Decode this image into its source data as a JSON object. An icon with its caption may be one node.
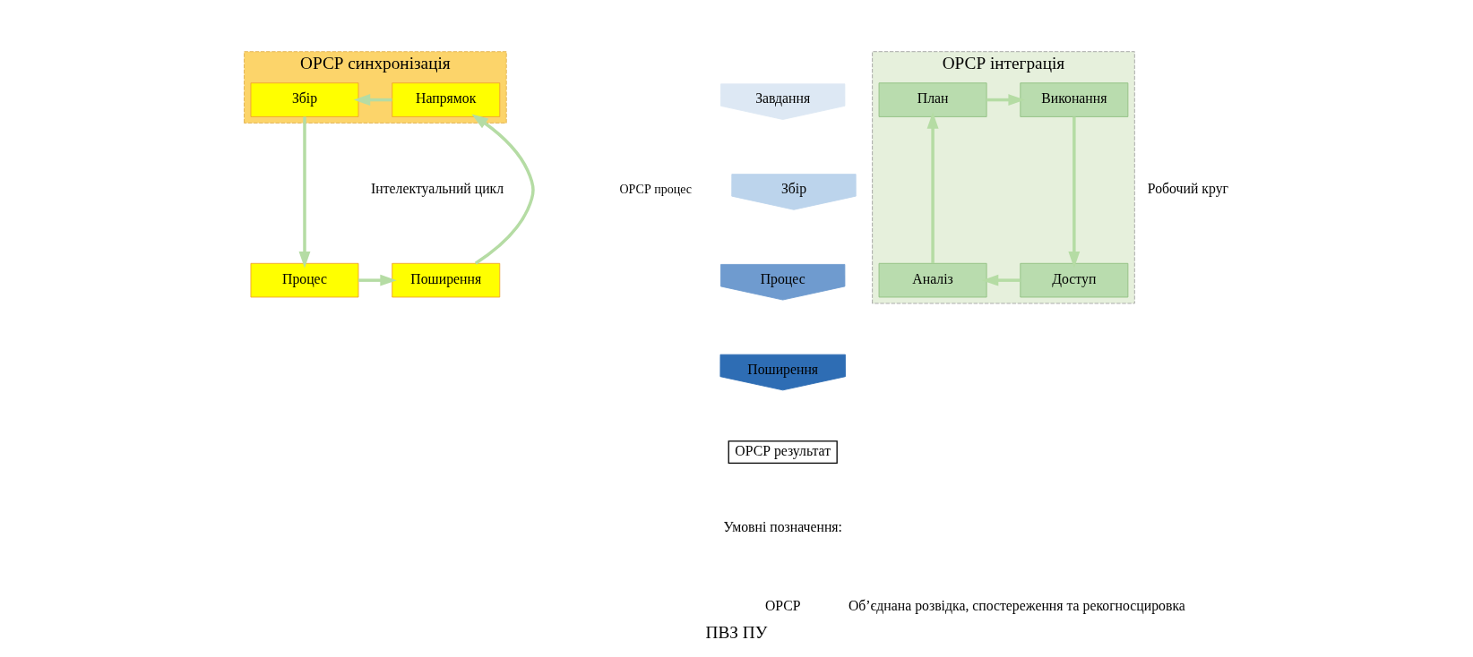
{
  "diagram": {
    "caption": "ПВЗ ПУ",
    "nodes": [
      {
        "text": [
          "ОРСР синхронізація"
        ]
      },
      {
        "text": [
          "Напрямок"
        ],
        "in": 0
      },
      {
        "text": [
          "Збір"
        ],
        "in": 0
      },
      {
        "text": [
          "Завдання"
        ]
      },
      {
        "text": [
          "Збір"
        ]
      },
      {
        "text": [
          "Процес"
        ]
      },
      {
        "text": [
          "Поширення"
        ]
      },
      {
        "text": [
          "ОРСР результат"
        ]
      },
      {
        "text": [
          "ОРСР інтеграція"
        ]
      },
      {
        "text": [
          "План"
        ],
        "in": 8
      },
      {
        "text": [
          "Виконання"
        ],
        "in": 8
      },
      {
        "text": [
          "Поширення"
        ]
      },
      {
        "text": [
          "Процес"
        ]
      },
      {
        "text": [
          "Аналіз"
        ],
        "in": 8
      },
      {
        "text": [
          "Доступ"
        ],
        "in": 8
      }
    ],
    "edges": [
      {
        "from": 1,
        "to": 2,
        "arrow": "to"
      },
      {
        "from": 2,
        "to": 12,
        "arrow": "to"
      },
      {
        "from": 12,
        "to": 11,
        "arrow": "to"
      },
      {
        "from": 11,
        "to": 1,
        "arrow": "to"
      },
      {
        "from": 9,
        "to": 10,
        "arrow": "to"
      },
      {
        "from": 10,
        "to": 14,
        "arrow": "to"
      },
      {
        "from": 14,
        "to": 13,
        "arrow": "to"
      },
      {
        "from": 13,
        "to": 9,
        "arrow": "to"
      }
    ],
    "labels": [
      "Інтелектуальний цикл",
      "ОРСР процес",
      "Робочий круг",
      "Умовні позначення:",
      "ОРСР",
      "Об’єднана розвідка, спостереження та рекогносцировка"
    ]
  }
}
